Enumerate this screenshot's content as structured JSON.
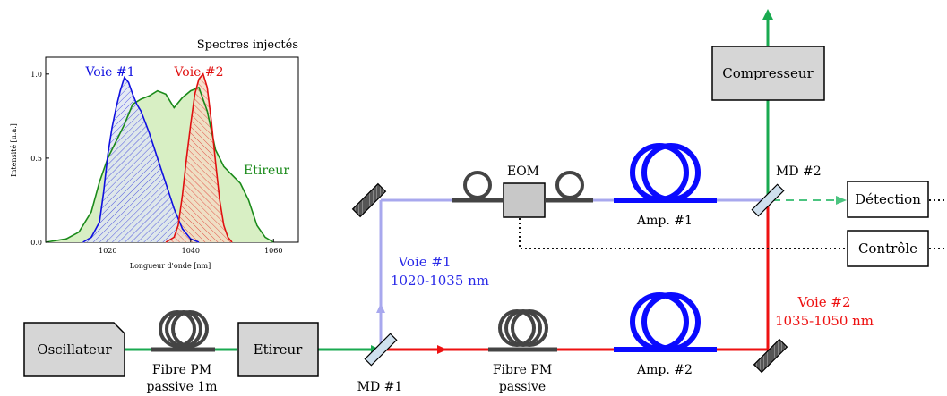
{
  "inset": {
    "title": "Spectres injectés",
    "xlabel": "Longueur d'onde  [nm]",
    "ylabel": "Intensité  [u.a.]",
    "xticks": [
      "1020",
      "1040",
      "1060"
    ],
    "yticks": [
      "0.0",
      "0.5",
      "1.0"
    ],
    "series_labels": {
      "voie1": "Voie #1",
      "voie2": "Voie #2",
      "etireur": "Etireur"
    },
    "colors": {
      "voie1": "#1010e0",
      "voie2": "#e01010",
      "etireur": "#1a8a1a",
      "etireur_fill": "#d8efc4"
    }
  },
  "chart_data": {
    "type": "area",
    "title": "Spectres injectés",
    "xlabel": "Longueur d'onde  [nm]",
    "ylabel": "Intensité  [u.a.]",
    "xlim": [
      1005,
      1066
    ],
    "ylim": [
      0,
      1.1
    ],
    "series": [
      {
        "name": "Etireur",
        "x": [
          1005,
          1010,
          1013,
          1016,
          1018,
          1020,
          1022,
          1024,
          1026,
          1028,
          1030,
          1032,
          1034,
          1036,
          1038,
          1040,
          1042,
          1044,
          1046,
          1048,
          1050,
          1052,
          1054,
          1056,
          1058,
          1060
        ],
        "y": [
          0.0,
          0.02,
          0.06,
          0.18,
          0.36,
          0.5,
          0.6,
          0.7,
          0.82,
          0.85,
          0.87,
          0.9,
          0.88,
          0.8,
          0.86,
          0.9,
          0.92,
          0.78,
          0.55,
          0.45,
          0.4,
          0.35,
          0.25,
          0.1,
          0.03,
          0.0
        ]
      },
      {
        "name": "Voie #1",
        "x": [
          1014,
          1016,
          1018,
          1019,
          1020,
          1021,
          1022,
          1023,
          1024,
          1025,
          1026,
          1027,
          1028,
          1030,
          1032,
          1034,
          1036,
          1038,
          1040,
          1042
        ],
        "y": [
          0.0,
          0.03,
          0.12,
          0.3,
          0.52,
          0.68,
          0.8,
          0.9,
          0.98,
          0.95,
          0.88,
          0.82,
          0.78,
          0.65,
          0.5,
          0.35,
          0.2,
          0.08,
          0.02,
          0.0
        ]
      },
      {
        "name": "Voie #2",
        "x": [
          1034,
          1036,
          1037,
          1038,
          1039,
          1040,
          1041,
          1042,
          1043,
          1044,
          1045,
          1046,
          1047,
          1048,
          1049,
          1050
        ],
        "y": [
          0.0,
          0.03,
          0.1,
          0.28,
          0.5,
          0.7,
          0.88,
          0.97,
          1.0,
          0.92,
          0.72,
          0.48,
          0.25,
          0.1,
          0.03,
          0.0
        ]
      }
    ]
  },
  "labels": {
    "oscillateur": "Oscillateur",
    "fibre_pm_passive_1m_line1": "Fibre PM",
    "fibre_pm_passive_1m_line2": "passive 1m",
    "etireur_box": "Etireur",
    "md1": "MD #1",
    "fibre_pm_passive_line1": "Fibre PM",
    "fibre_pm_passive_line2": "passive",
    "amp2": "Amp. #2",
    "amp1": "Amp. #1",
    "eom": "EOM",
    "md2": "MD #2",
    "compresseur": "Compresseur",
    "detection": "Détection",
    "controle": "Contrôle",
    "voie1_line1": "Voie #1",
    "voie1_line2": "1020-1035 nm",
    "voie2_line1": "Voie #2",
    "voie2_line2": "1035-1050 nm"
  },
  "colors": {
    "green_beam": "#1aaa50",
    "red_beam": "#ee1111",
    "violet_beam": "#a8a8ee",
    "voie1_text": "#2a2ae8",
    "voie2_text": "#ee1111",
    "amp_fiber": "#0a0aff",
    "passive_fiber": "#444444",
    "box_fill": "#d6d6d6"
  }
}
